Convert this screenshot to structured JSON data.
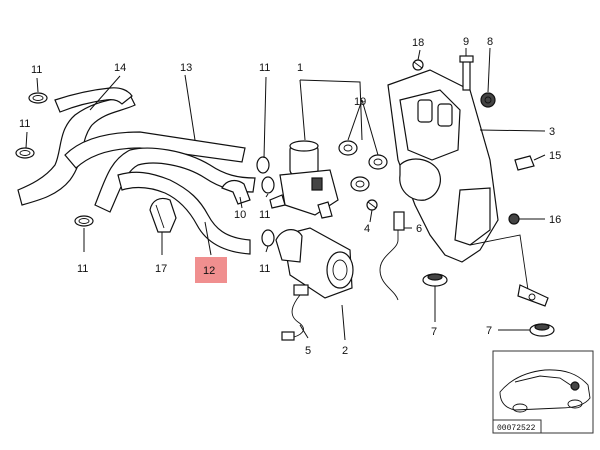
{
  "callouts": {
    "c1": "1",
    "c2": "2",
    "c3": "3",
    "c4": "4",
    "c5": "5",
    "c6": "6",
    "c7a": "7",
    "c7b": "7",
    "c8": "8",
    "c9": "9",
    "c10": "10",
    "c11a": "11",
    "c11b": "11",
    "c11c": "11",
    "c11d": "11",
    "c11e": "11",
    "c11f": "11",
    "c12": "12",
    "c13": "13",
    "c14": "14",
    "c15": "15",
    "c16": "16",
    "c17": "17",
    "c18": "18",
    "c19": "19"
  },
  "highlighted_part": "12",
  "highlight_color": "#f08f8f",
  "inset": {
    "reference_code": "00072522"
  }
}
